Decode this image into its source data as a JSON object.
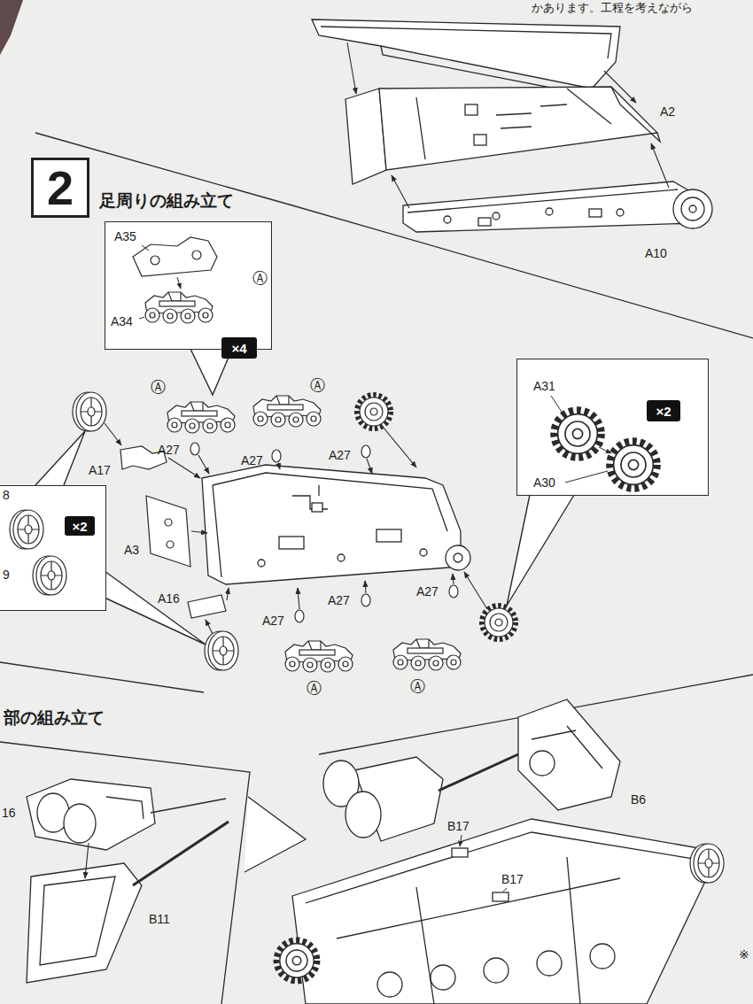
{
  "diagram": {
    "nodes": [
      {
        "text": [
          "2",
          "足周りの組み立て"
        ]
      },
      {
        "text": [
          "A35",
          "A34",
          "Ⓐ"
        ]
      },
      {
        "text": [
          "×4"
        ]
      },
      {
        "text": [
          "A31",
          "A30"
        ]
      },
      {
        "text": [
          "×2"
        ],
        "in": 3
      },
      {
        "text": [
          "8",
          "9"
        ]
      },
      {
        "text": [
          "×2"
        ],
        "in": 5
      }
    ],
    "labels": [
      "かあります。工程を考えながら",
      "A2",
      "A10",
      "Ⓐ",
      "Ⓐ",
      "A27",
      "A27",
      "A27",
      "A17",
      "A3",
      "A27",
      "A27",
      "A16",
      "A27",
      "Ⓐ",
      "Ⓐ",
      "部の組み立て",
      "16",
      "B11",
      "B6",
      "B17",
      "B17",
      "※"
    ]
  }
}
